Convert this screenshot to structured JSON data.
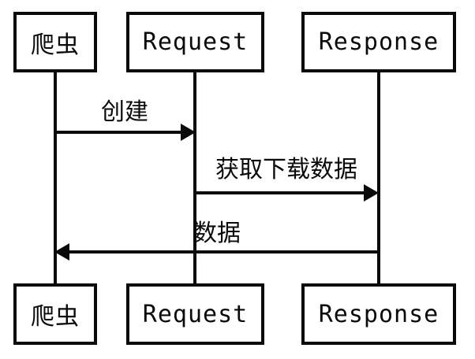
{
  "diagram": {
    "type": "sequence-diagram",
    "background_color": "#ffffff",
    "line_color": "#0a0a0a",
    "actors": [
      {
        "id": "crawler",
        "label": "爬虫"
      },
      {
        "id": "request",
        "label": "Request"
      },
      {
        "id": "response",
        "label": "Response"
      }
    ],
    "messages": [
      {
        "from": "crawler",
        "to": "request",
        "direction": "right",
        "label": "创建"
      },
      {
        "from": "request",
        "to": "response",
        "direction": "right",
        "label": "获取下载数据"
      },
      {
        "from": "response",
        "to": "crawler",
        "direction": "left",
        "label": "数据"
      }
    ]
  }
}
